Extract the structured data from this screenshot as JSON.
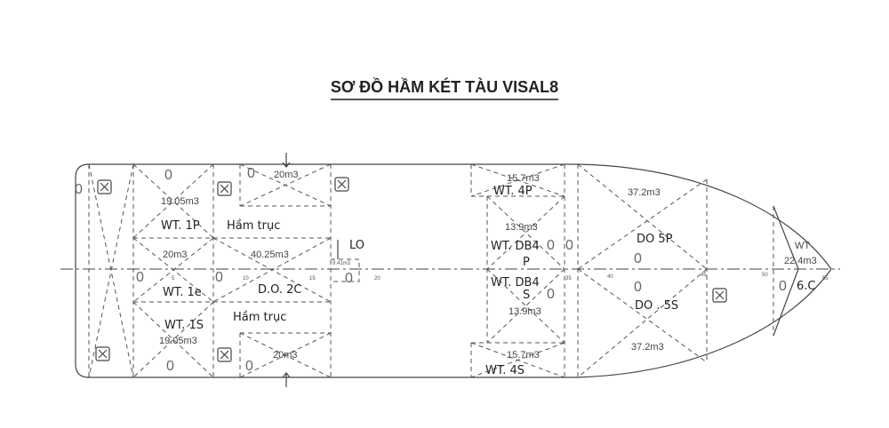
{
  "title": "SƠ ĐỒ HẦM KÉT TÀU VISAL8",
  "tanks": {
    "wt1p": {
      "name": "WT. 1P",
      "volume": "19.05m3"
    },
    "wt1c": {
      "name": "WT. 1e",
      "volume": "20m3"
    },
    "wt1s": {
      "name": "WT. 1S",
      "volume": "19.05m3"
    },
    "shaft_upper": {
      "name": "Hầm trục",
      "volume": "20m3"
    },
    "shaft_lower": {
      "name": "Hầm trục",
      "volume": "20m3"
    },
    "do2c": {
      "name": "D.O. 2C",
      "volume": "40.25m3"
    },
    "lo": {
      "name": "LO",
      "volume": "9.41m3"
    },
    "wt4p": {
      "name": "WT. 4P",
      "volume": "15.7m3"
    },
    "wt4s": {
      "name": "WT. 4S",
      "volume": "15.7m3"
    },
    "db4p": {
      "name": "WT. DB4",
      "side": "P",
      "volume": "13.9m3"
    },
    "db4s": {
      "name": "WT. DB4",
      "side": "S",
      "volume": "13.9m3"
    },
    "do5p": {
      "name": "DO 5P",
      "volume": "37.2m3"
    },
    "do5s": {
      "name": "DO . 5S",
      "volume": "37.2m3"
    },
    "wt6c": {
      "name": "WT",
      "code": "6.C",
      "volume": "22.4m3"
    }
  },
  "frames": [
    "5",
    "10",
    "15",
    "20",
    "35",
    "40",
    "45",
    "50",
    "55"
  ],
  "manhole_glyph": "0"
}
